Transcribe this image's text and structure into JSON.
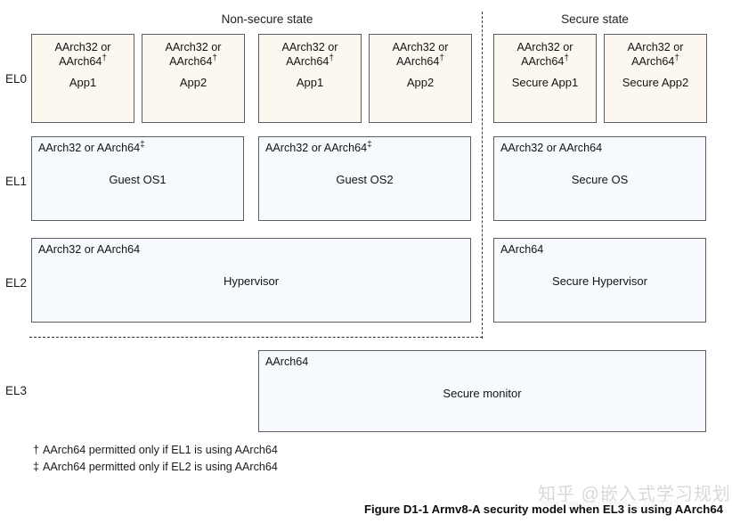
{
  "figure": {
    "caption": "Figure D1-1 Armv8-A security model when EL3 is using AArch64",
    "watermark": "知乎 @嵌入式学习规划",
    "watermark_url": "https://blog.csdn.net/weixin_37878740"
  },
  "columns": {
    "non_secure": "Non-secure state",
    "secure": "Secure state"
  },
  "exception_levels": {
    "el0": "EL0",
    "el1": "EL1",
    "el2": "EL2",
    "el3": "EL3"
  },
  "arch_labels": {
    "either_dagger": "AArch32 or AArch64",
    "either_double_dagger": "AArch32 or AArch64",
    "either": "AArch32 or AArch64",
    "aarch64": "AArch64"
  },
  "markers": {
    "dagger": "†",
    "double_dagger": "‡"
  },
  "boxes": {
    "ns_app1": {
      "arch_line1": "AArch32 or",
      "arch_line2": "AArch64",
      "marker": "†",
      "title": "App1"
    },
    "ns_app2": {
      "arch_line1": "AArch32 or",
      "arch_line2": "AArch64",
      "marker": "†",
      "title": "App2"
    },
    "ns_app1b": {
      "arch_line1": "AArch32 or",
      "arch_line2": "AArch64",
      "marker": "†",
      "title": "App1"
    },
    "ns_app2b": {
      "arch_line1": "AArch32 or",
      "arch_line2": "AArch64",
      "marker": "†",
      "title": "App2"
    },
    "s_app1": {
      "arch_line1": "AArch32 or",
      "arch_line2": "AArch64",
      "marker": "†",
      "title": "Secure App1"
    },
    "s_app2": {
      "arch_line1": "AArch32 or",
      "arch_line2": "AArch64",
      "marker": "†",
      "title": "Secure App2"
    },
    "guest_os1": {
      "arch": "AArch32 or AArch64",
      "marker": "‡",
      "title": "Guest OS1"
    },
    "guest_os2": {
      "arch": "AArch32 or AArch64",
      "marker": "‡",
      "title": "Guest OS2"
    },
    "secure_os": {
      "arch": "AArch32 or AArch64",
      "marker": "",
      "title": "Secure OS"
    },
    "hypervisor": {
      "arch": "AArch32 or AArch64",
      "marker": "",
      "title": "Hypervisor"
    },
    "secure_hypervisor": {
      "arch": "AArch64",
      "marker": "",
      "title": "Secure Hypervisor"
    },
    "secure_monitor": {
      "arch": "AArch64",
      "marker": "",
      "title": "Secure monitor"
    }
  },
  "footnotes": {
    "first": {
      "marker": "†",
      "text": "AArch64 permitted only if EL1 is using AArch64"
    },
    "second": {
      "marker": "‡",
      "text": "AArch64 permitted only if EL2 is using AArch64"
    }
  },
  "colors": {
    "app_box_fill": "#fdf8ef",
    "system_box_fill": "#f6f9fd",
    "box_border": "#5e5e5e",
    "divider": "#3a3a3a",
    "text": "#141414",
    "watermark": "#d9d9d9"
  }
}
